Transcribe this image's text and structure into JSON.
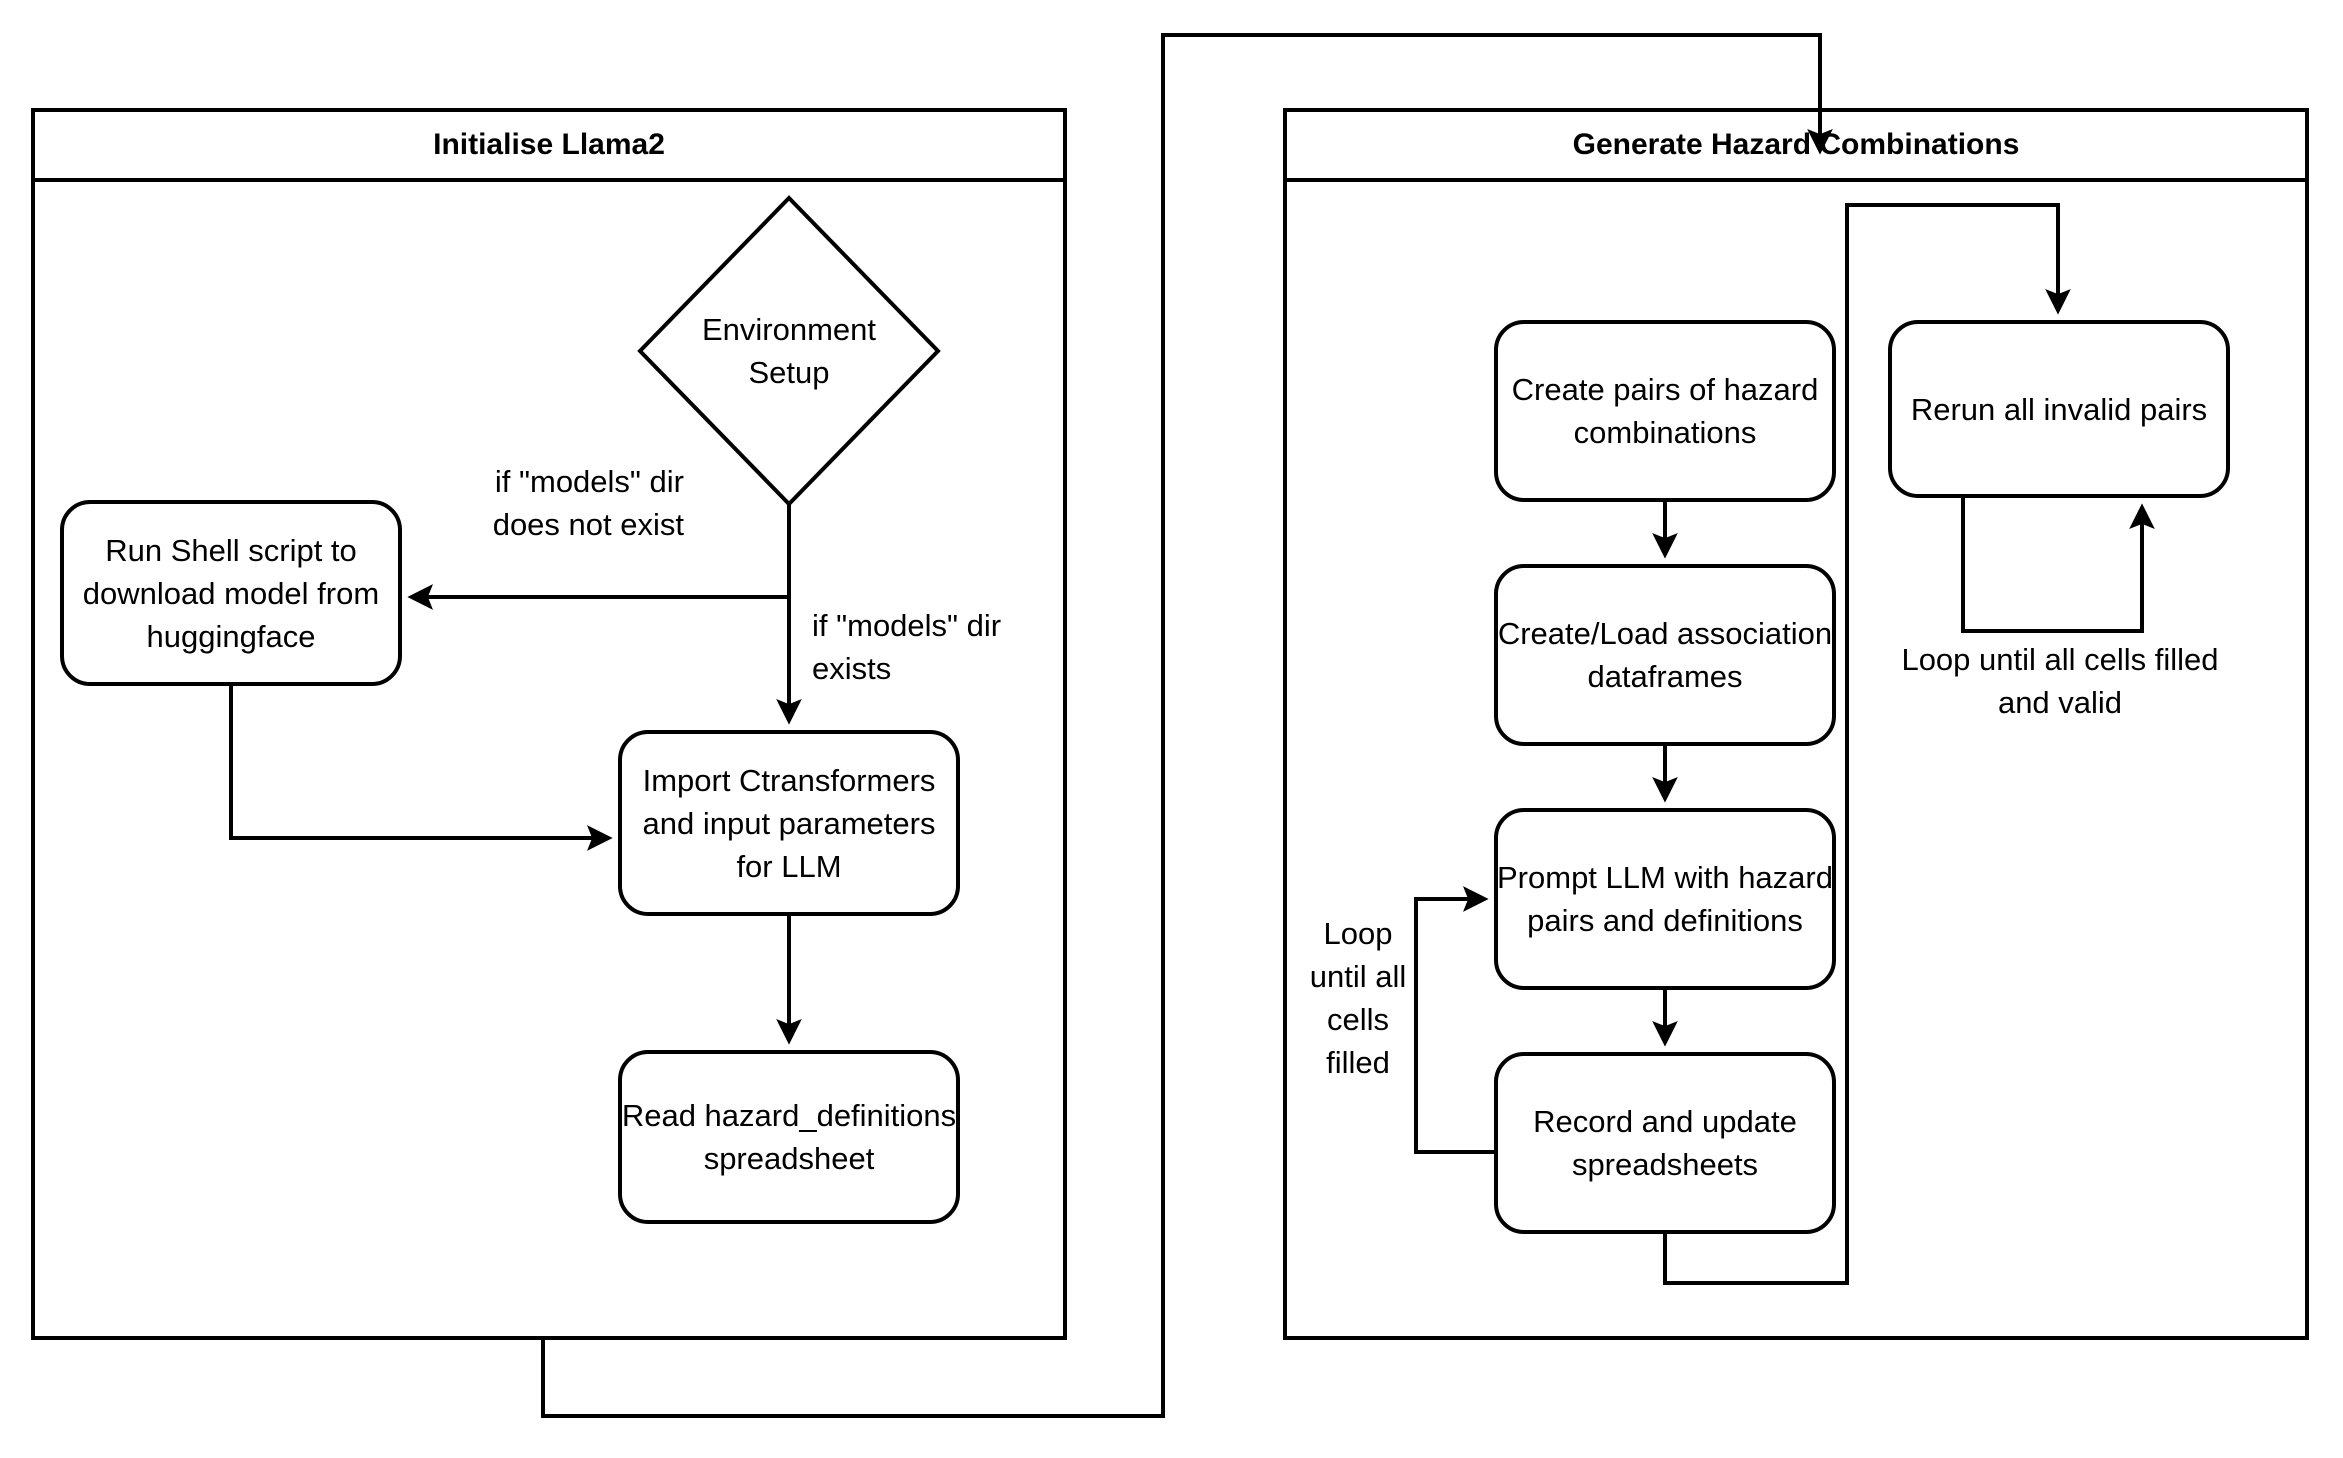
{
  "diagram": {
    "type": "flowchart",
    "background_color": "#ffffff",
    "line_color": "#000000",
    "panels": [
      {
        "id": "initialise-llama2",
        "title": "Initialise Llama2",
        "nodes": [
          {
            "id": "environment-setup",
            "shape": "diamond",
            "label": "Environment\nSetup",
            "line1": "Environment",
            "line2": "Setup"
          },
          {
            "id": "run-shell-script",
            "shape": "rounded-rect",
            "label": "Run Shell script to download model from huggingface"
          },
          {
            "id": "import-ctransformers",
            "shape": "rounded-rect",
            "label": "Import Ctransformers and input parameters for LLM"
          },
          {
            "id": "read-hazard-definitions",
            "shape": "rounded-rect",
            "label": "Read hazard_definitions spreadsheet"
          }
        ],
        "edge_labels": [
          {
            "id": "models-dir-missing",
            "text": "if \"models\" dir does not exist"
          },
          {
            "id": "models-dir-exists",
            "text": "if \"models\" dir exists"
          }
        ]
      },
      {
        "id": "generate-hazard-combinations",
        "title": "Generate Hazard Combinations",
        "nodes": [
          {
            "id": "create-pairs",
            "shape": "rounded-rect",
            "label": "Create pairs of hazard combinations"
          },
          {
            "id": "create-load-association",
            "shape": "rounded-rect",
            "label": "Create/Load association dataframes"
          },
          {
            "id": "prompt-llm",
            "shape": "rounded-rect",
            "label": "Prompt LLM with hazard pairs and definitions"
          },
          {
            "id": "record-update",
            "shape": "rounded-rect",
            "label": "Record and update spreadsheets"
          },
          {
            "id": "rerun-invalid",
            "shape": "rounded-rect",
            "label": "Rerun all invalid pairs"
          }
        ],
        "edge_labels": [
          {
            "id": "loop-all-cells-filled",
            "text": "Loop until all cells filled"
          },
          {
            "id": "loop-all-cells-filled-valid",
            "text": "Loop until all cells filled and valid"
          }
        ]
      }
    ]
  }
}
